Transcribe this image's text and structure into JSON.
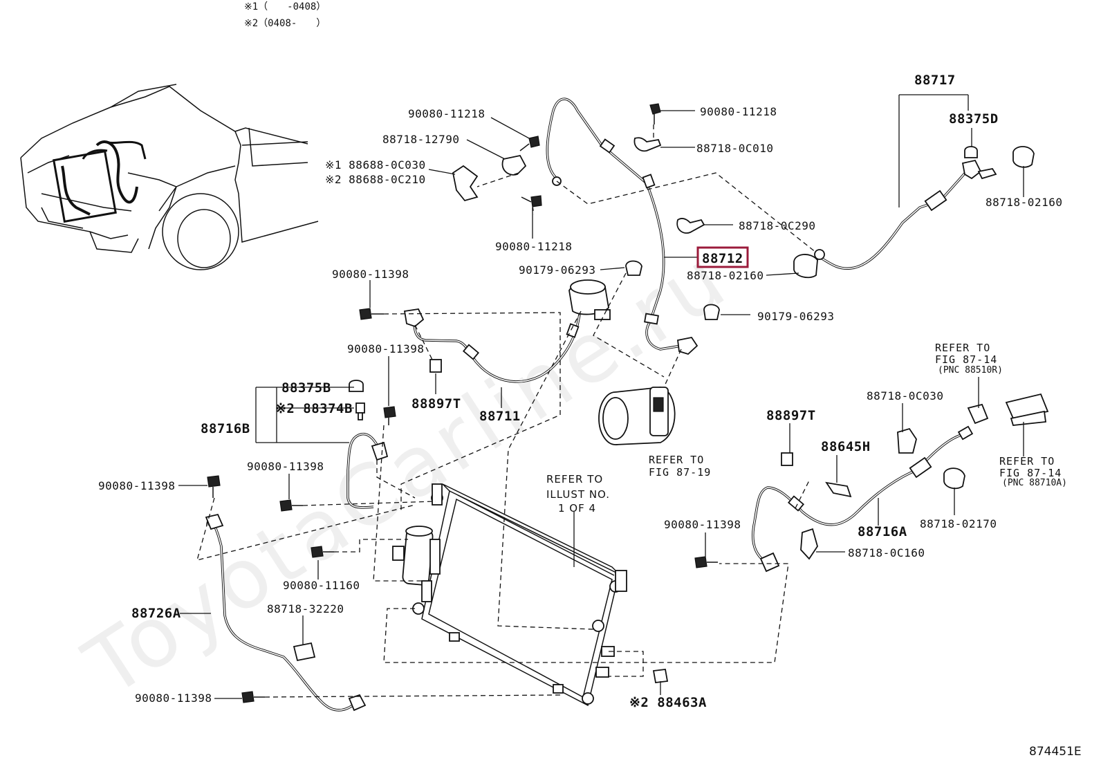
{
  "notes": {
    "note1": "※1（　　-0408）",
    "note2": "※2（0408-　　）"
  },
  "watermark": "ToyotaCarline.ru",
  "figure_id": "874451E",
  "highlight_color": "#9b1b3b",
  "labels": {
    "l_90080_11218_a": "90080-11218",
    "l_90080_11218_b": "90080-11218",
    "l_90080_11218_c": "90080-11218",
    "l_88718_12790": "88718-12790",
    "l_88718_0c010": "88718-0C010",
    "l_88688_0c030": "※1 88688-0C030",
    "l_88688_0c210": "※2 88688-0C210",
    "l_88718_0c290": "88718-0C290",
    "l_88712": "88712",
    "l_88718_02160_a": "88718-02160",
    "l_88718_02160_b": "88718-02160",
    "l_90179_06293_a": "90179-06293",
    "l_90179_06293_b": "90179-06293",
    "l_88717": "88717",
    "l_88375d": "88375D",
    "l_90080_11398_a": "90080-11398",
    "l_90080_11398_b": "90080-11398",
    "l_90080_11398_c": "90080-11398",
    "l_90080_11398_d": "90080-11398",
    "l_90080_11398_e": "90080-11398",
    "l_90080_11398_f": "90080-11398",
    "l_88897t_a": "88897T",
    "l_88897t_b": "88897T",
    "l_88711": "88711",
    "l_88375b": "88375B",
    "l_88374b": "※2 88374B",
    "l_88716b": "88716B",
    "l_refer_87_19_a": "REFER TO",
    "l_refer_87_19_b": "FIG 87-19",
    "l_refer_illust_a": "REFER TO",
    "l_refer_illust_b": "ILLUST NO.",
    "l_refer_illust_c": "1 OF 4",
    "l_refer_8510_a": "REFER TO",
    "l_refer_8510_b": "FIG 87-14",
    "l_refer_8510_c": "(PNC 88510R)",
    "l_refer_8710_a": "REFER TO",
    "l_refer_8710_b": "FIG 87-14",
    "l_refer_8710_c": "(PNC 88710A)",
    "l_88718_0c030": "88718-0C030",
    "l_88645h": "88645H",
    "l_88716a": "88716A",
    "l_88718_02170": "88718-02170",
    "l_88718_0c160": "88718-0C160",
    "l_90080_11160": "90080-11160",
    "l_88726a": "88726A",
    "l_88718_32220": "88718-32220",
    "l_88463a": "※2 88463A"
  }
}
